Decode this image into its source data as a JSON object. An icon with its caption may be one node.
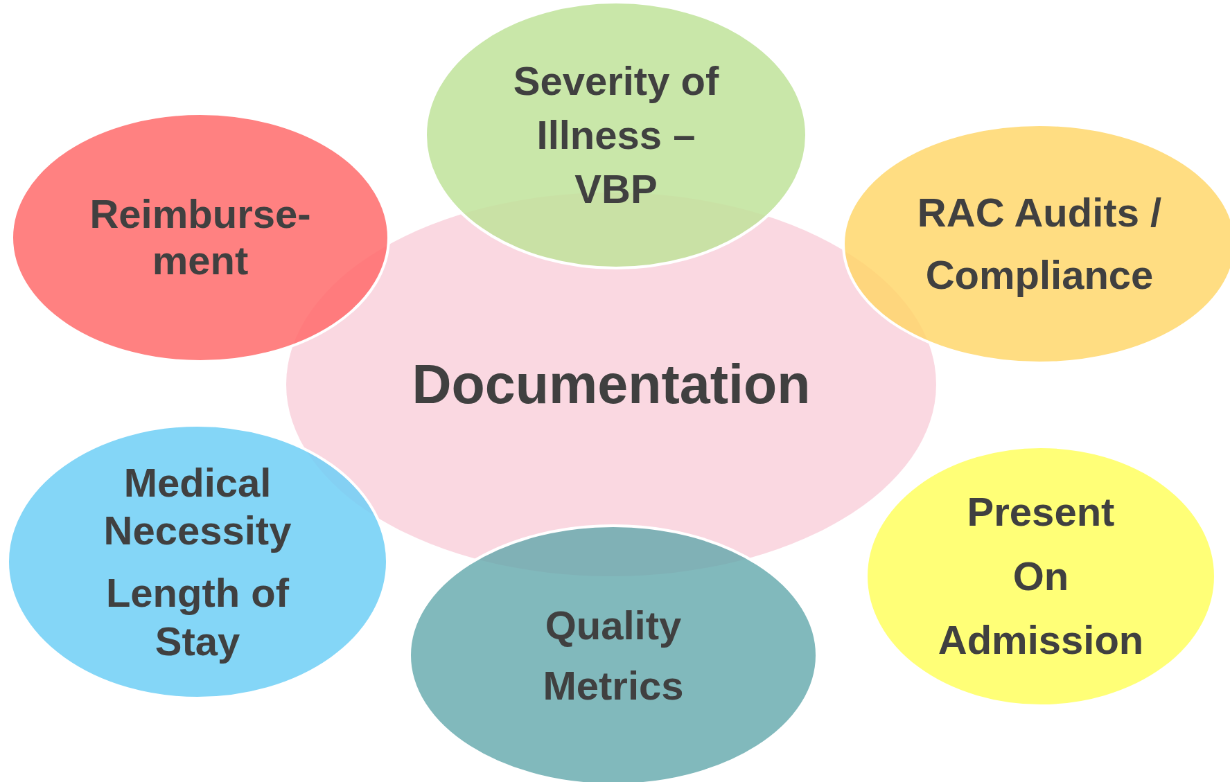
{
  "diagram": {
    "nodes": [
      {
        "text": [
          "Documentation"
        ]
      },
      {
        "text": [
          "Severity of Illness – VBP"
        ]
      },
      {
        "text": [
          "RAC Audits / Compliance"
        ]
      },
      {
        "text": [
          "Present On Admission"
        ]
      },
      {
        "text": [
          "Quality Metrics"
        ]
      },
      {
        "text": [
          "Medical Necessity",
          "Length of Stay"
        ]
      },
      {
        "text": [
          "Reimburse- ment"
        ]
      }
    ]
  }
}
